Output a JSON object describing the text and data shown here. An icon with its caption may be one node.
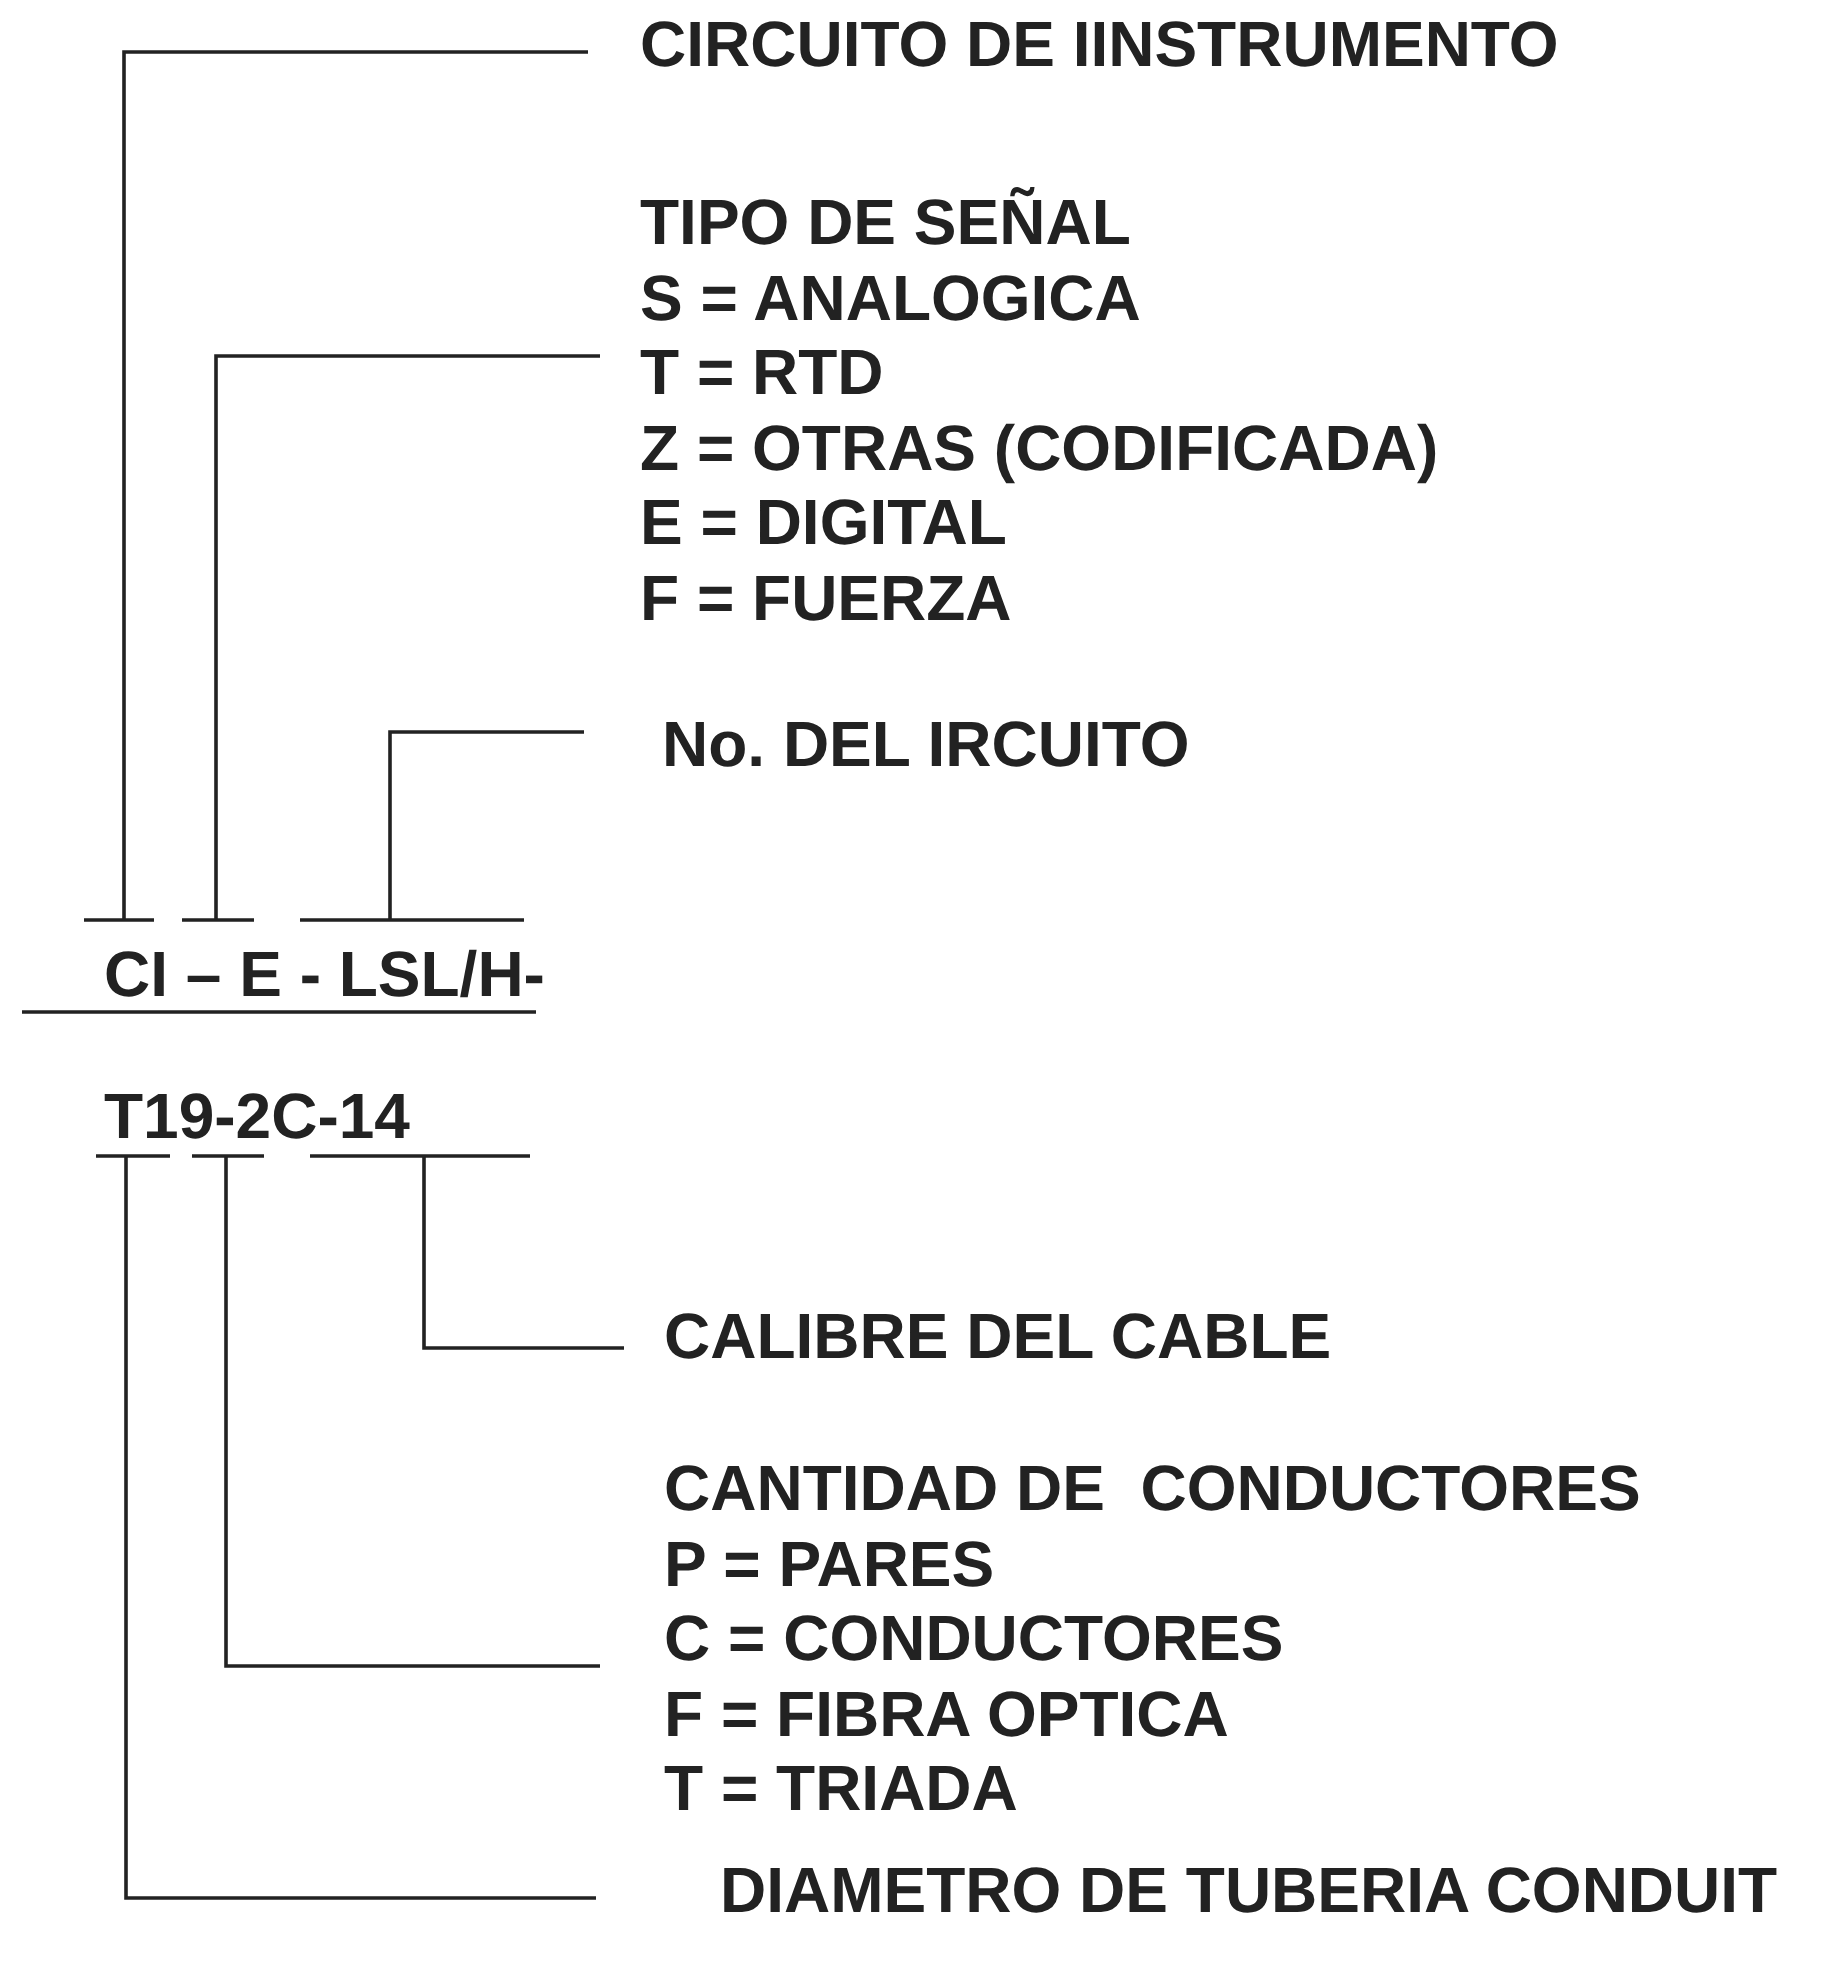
{
  "diagram": {
    "nodes": [
      {
        "text": [
          "CIRCUITO DE IINSTRUMENTO"
        ]
      },
      {
        "text": [
          "TIPO DE SEÑAL",
          "S = ANALOGICA",
          "T = RTD",
          "Z = OTRAS (CODIFICADA)",
          "E = DIGITAL",
          "F = FUERZA"
        ]
      },
      {
        "text": [
          "No. DEL IRCUITO"
        ]
      },
      {
        "text": [
          "CALIBRE DEL CABLE"
        ]
      },
      {
        "text": [
          "CANTIDAD DE  CONDUCTORES",
          "P = PARES",
          "C = CONDUCTORES",
          "F = FIBRA OPTICA",
          "T = TRIADA"
        ]
      },
      {
        "text": [
          "DIAMETRO DE TUBERIA CONDUIT"
        ]
      }
    ],
    "edges": [
      {
        "from": 0,
        "to": null,
        "arrow": "none"
      },
      {
        "from": 1,
        "to": null,
        "arrow": "none"
      },
      {
        "from": 2,
        "to": null,
        "arrow": "none"
      },
      {
        "from": 3,
        "to": null,
        "arrow": "none"
      },
      {
        "from": 4,
        "to": null,
        "arrow": "none"
      },
      {
        "from": 5,
        "to": null,
        "arrow": "none"
      }
    ],
    "labels": [
      "CI – E - LSL/H-",
      "T19-2C-14"
    ]
  }
}
